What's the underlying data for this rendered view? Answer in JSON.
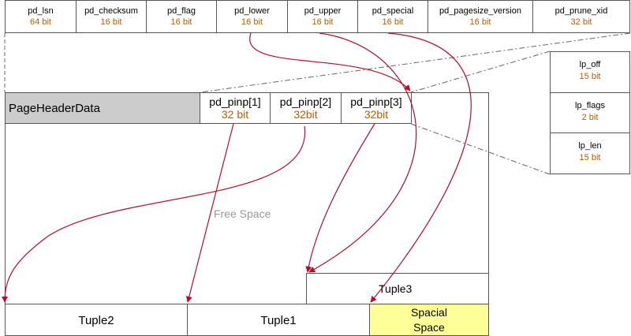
{
  "top_header": {
    "fields": [
      {
        "name": "pd_lsn",
        "bits": "64 bit"
      },
      {
        "name": "pd_checksum",
        "bits": "16 bit"
      },
      {
        "name": "pd_flag",
        "bits": "16 bit"
      },
      {
        "name": "pd_lower",
        "bits": "16 bit"
      },
      {
        "name": "pd_upper",
        "bits": "16 bit"
      },
      {
        "name": "pd_special",
        "bits": "16 bit"
      },
      {
        "name": "pd_pagesize_version",
        "bits": "16 bit"
      },
      {
        "name": "pd_prune_xid",
        "bits": "32 bit"
      }
    ]
  },
  "page": {
    "header_label": "PageHeaderData",
    "pointers": [
      {
        "name": "pd_pinp[1]",
        "bits": "32 bit"
      },
      {
        "name": "pd_pinp[2]",
        "bits": "32bit"
      },
      {
        "name": "pd_pinp[3]",
        "bits": "32bit"
      }
    ],
    "free_space_label": "Free Space",
    "tuples": {
      "tuple3": "Tuple3",
      "tuple2": "Tuple2",
      "tuple1": "Tuple1",
      "special_line1": "Spacial",
      "special_line2": "Space"
    }
  },
  "line_pointer": {
    "fields": [
      {
        "name": "lp_off",
        "bits": "15 bit"
      },
      {
        "name": "lp_flags",
        "bits": "2 bit"
      },
      {
        "name": "lp_len",
        "bits": "15 bit"
      }
    ]
  },
  "colors": {
    "bit_text": "#b85c00",
    "arrow": "#b0102a",
    "header_fill": "#cccccc",
    "special_fill": "#ffff99",
    "free_space_text": "#999999"
  }
}
